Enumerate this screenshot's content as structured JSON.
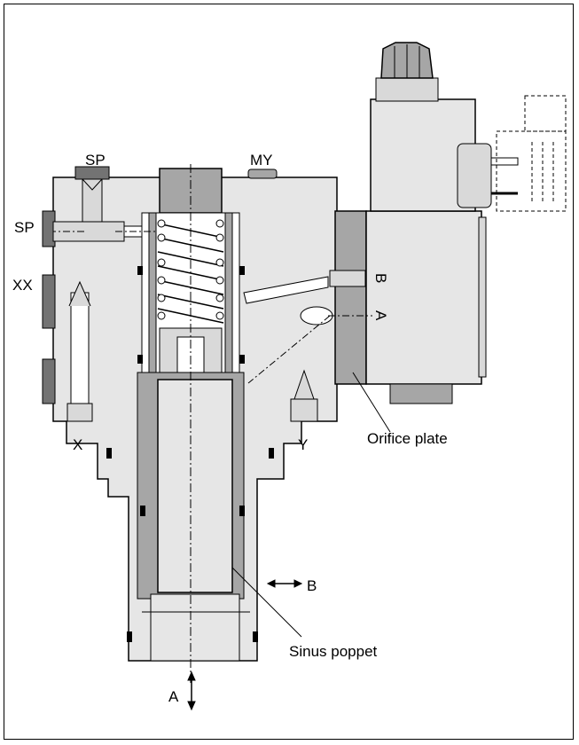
{
  "labels": {
    "sp_top": "SP",
    "sp_left": "SP",
    "my": "MY",
    "xx": "XX",
    "x": "X",
    "y": "Y",
    "b_port_side": "B",
    "b_pilot": "B",
    "a_pilot": "A",
    "a_main": "A",
    "orifice_plate": "Orifice plate",
    "sinus_poppet": "Sinus poppet"
  },
  "colors": {
    "line": "#000000",
    "fill_light": "#d9d9d9",
    "fill_mid": "#a6a6a6",
    "fill_dark": "#737373",
    "body": "#e6e6e6"
  }
}
